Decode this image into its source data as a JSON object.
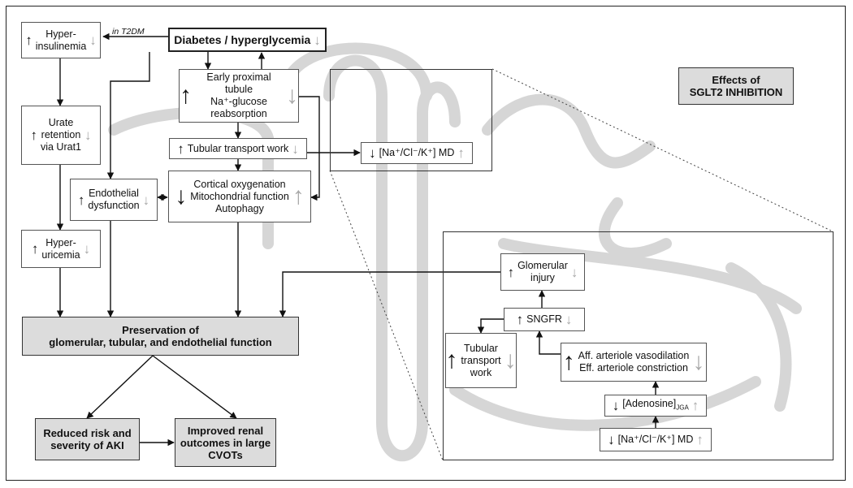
{
  "diagram": {
    "badge": {
      "line1": "Effects of",
      "line2": "SGLT2 INHIBITION"
    },
    "nodes": {
      "hyperinsulinemia": "Hyper-\ninsulinemia",
      "in_t2dm": "in T2DM",
      "diabetes": "Diabetes / hyperglycemia",
      "early_tubule": "Early proximal tubule\nNa⁺-glucose\nreabsorption",
      "urate_retention": "Urate\nretention\nvia Urat1",
      "tubular_work": "Tubular transport work",
      "macula_densa_top": "[Na⁺/Cl⁻/K⁺] MD",
      "endothelial": "Endothelial\ndysfunction",
      "cortical": "Cortical oxygenation\nMitochondrial function\nAutophagy",
      "hyperuricemia": "Hyper-\nuricemia",
      "preservation": "Preservation of\nglomerular, tubular, and endothelial function",
      "aki": "Reduced risk and\nseverity of AKI",
      "renal_outcomes": "Improved renal\noutcomes in large\nCVOTs",
      "glomerular_injury": "Glomerular\ninjury",
      "sngfr": "SNGFR",
      "tubular_transport_work": "Tubular\ntransport\nwork",
      "arterioles": "Aff. arteriole vasodilation\nEff. arteriole constriction",
      "adenosine": "[Adenosine]",
      "adenosine_sub": "JGA",
      "macula_densa_bottom": "[Na⁺/Cl⁻/K⁺] MD"
    },
    "arrows": {
      "up": "↑",
      "down": "↓"
    },
    "colors": {
      "increase_arrow": "#111111",
      "decrease_arrow": "#a8a8a8",
      "watermark": "#d0d0d0",
      "highlight_fill": "#dcdcdc"
    }
  }
}
